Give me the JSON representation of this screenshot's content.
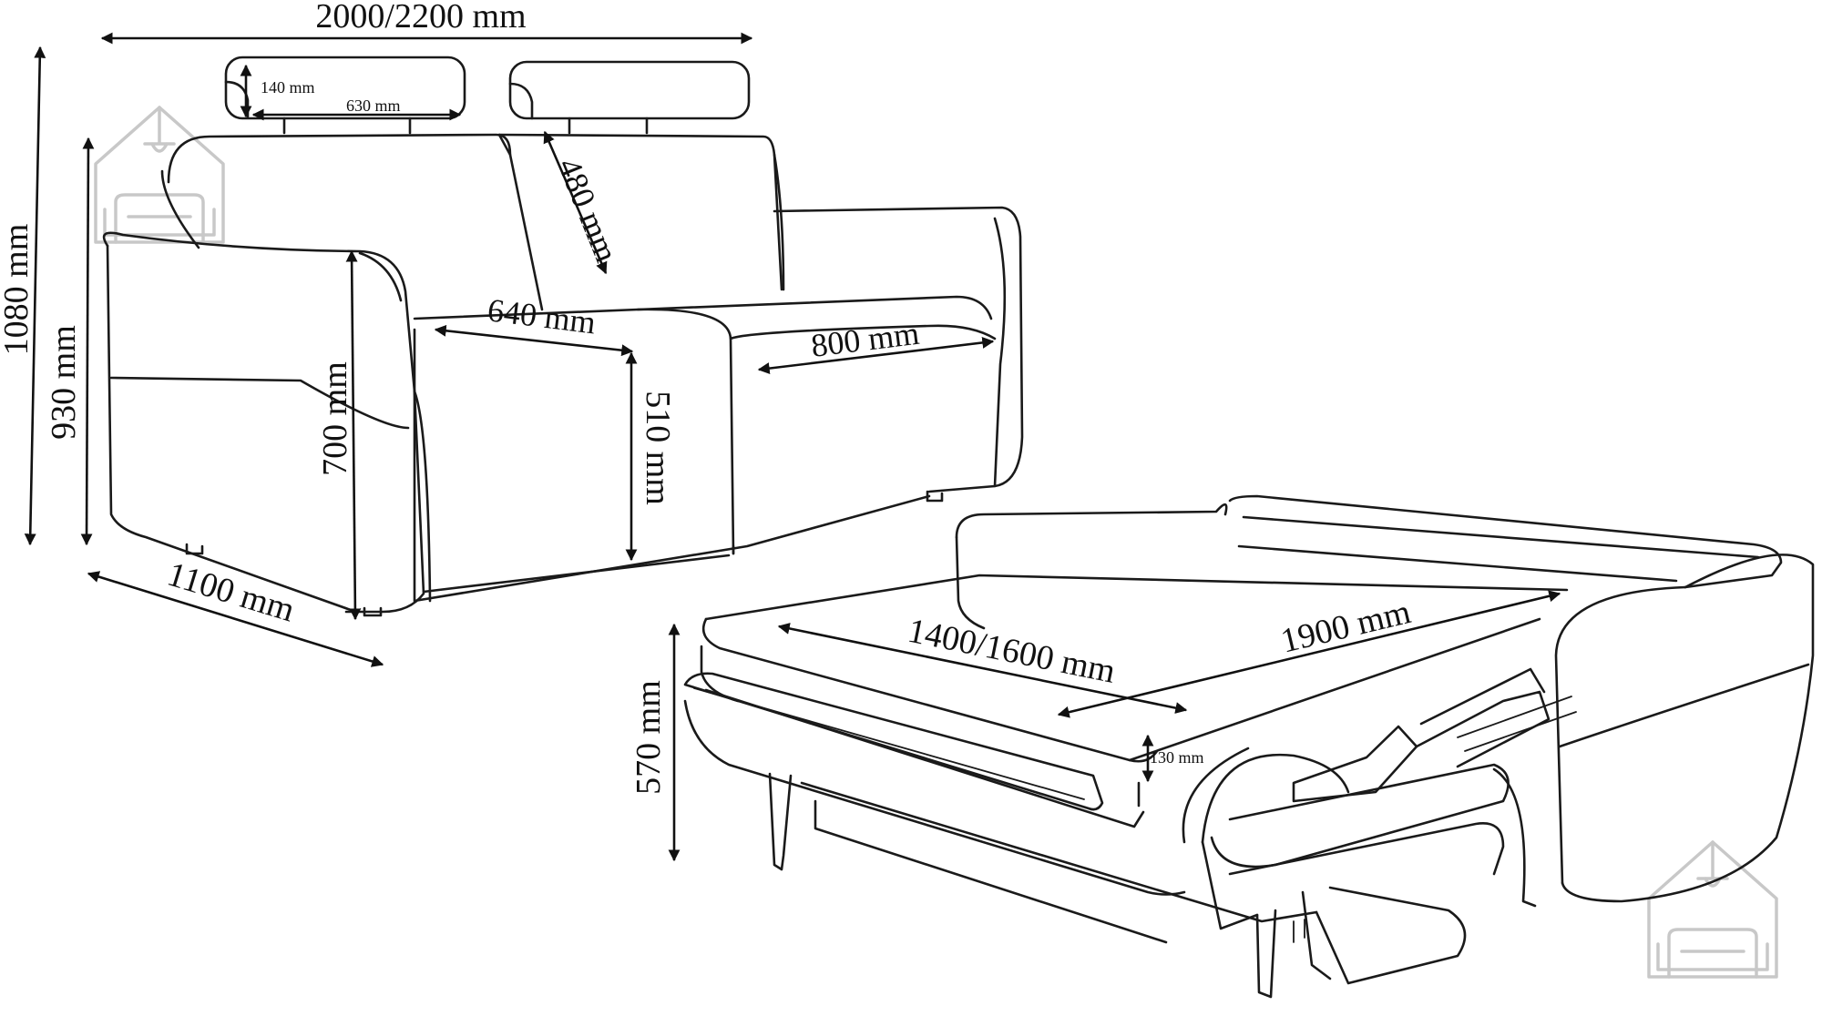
{
  "dimensions": {
    "overall_width": "2000/2200 mm",
    "headrest_height": "140 mm",
    "headrest_width": "630 mm",
    "backrest_height": "480 mm",
    "total_height": "1080 mm",
    "back_height": "930 mm",
    "seat_depth": "640 mm",
    "seat_width": "800 mm",
    "armrest_height": "700 mm",
    "seat_height": "510 mm",
    "depth": "1100 mm",
    "bed_width": "1400/1600 mm",
    "bed_length": "1900 mm",
    "mattress_height": "130 mm",
    "bed_height": "570 mm"
  },
  "watermark": {
    "icon": "house-sofa-logo-icon",
    "color": "#c8c8c8"
  },
  "line_color": "#1a1a1a"
}
